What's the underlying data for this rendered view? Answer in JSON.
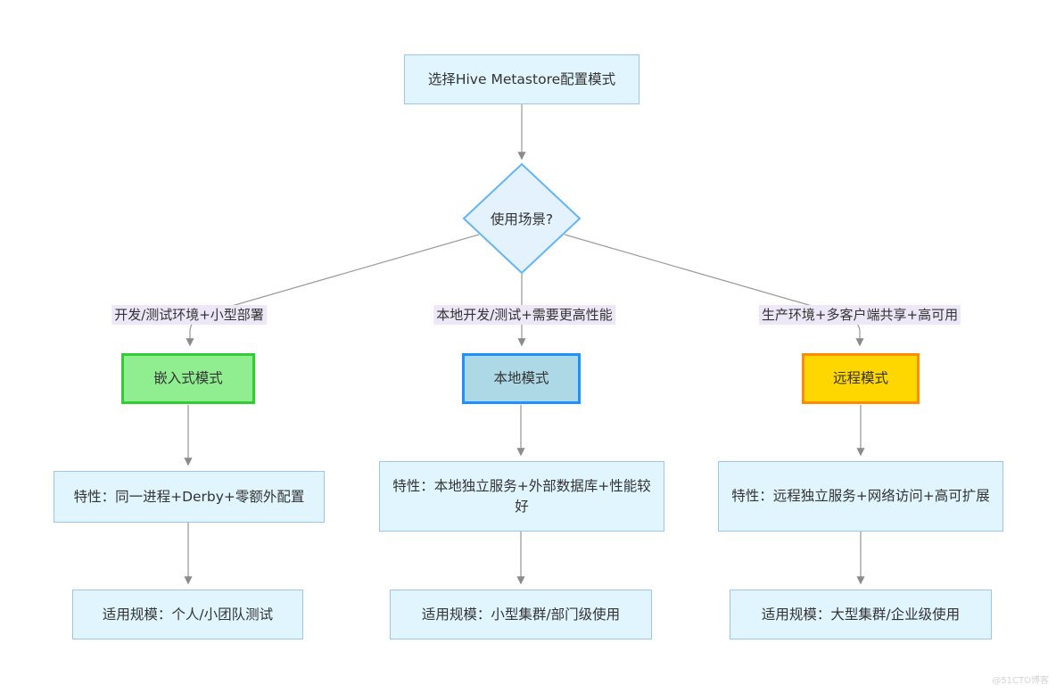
{
  "nodes": {
    "start": "选择Hive Metastore配置模式",
    "decision": "使用场景?"
  },
  "branches": [
    {
      "condition": "开发/测试环境+小型部署",
      "mode": "嵌入式模式",
      "mode_fill": "#90ee90",
      "mode_border": "#32cd32",
      "features": "特性：同一进程+Derby+零额外配置",
      "scale": "适用规模：个人/小团队测试"
    },
    {
      "condition": "本地开发/测试+需要更高性能",
      "mode": "本地模式",
      "mode_fill": "#add8e6",
      "mode_border": "#1e90ff",
      "features": "特性：本地独立服务+外部数据库+性能较好",
      "scale": "适用规模：小型集群/部门级使用"
    },
    {
      "condition": "生产环境+多客户端共享+高可用",
      "mode": "远程模式",
      "mode_fill": "#ffd700",
      "mode_border": "#ff8c00",
      "features": "特性：远程独立服务+网络访问+高可扩展",
      "scale": "适用规模：大型集群/企业级使用"
    }
  ],
  "style": {
    "node_fill": "#e1f5fe",
    "node_border": "#9dc6ee",
    "decision_border": "#64b5f6",
    "edge_color": "#9e9e9e",
    "arrowhead_color": "#8b8b8b",
    "edge_label_bg": "#ece8f7",
    "text_color": "#333333"
  },
  "watermark": "@51CTO博客"
}
